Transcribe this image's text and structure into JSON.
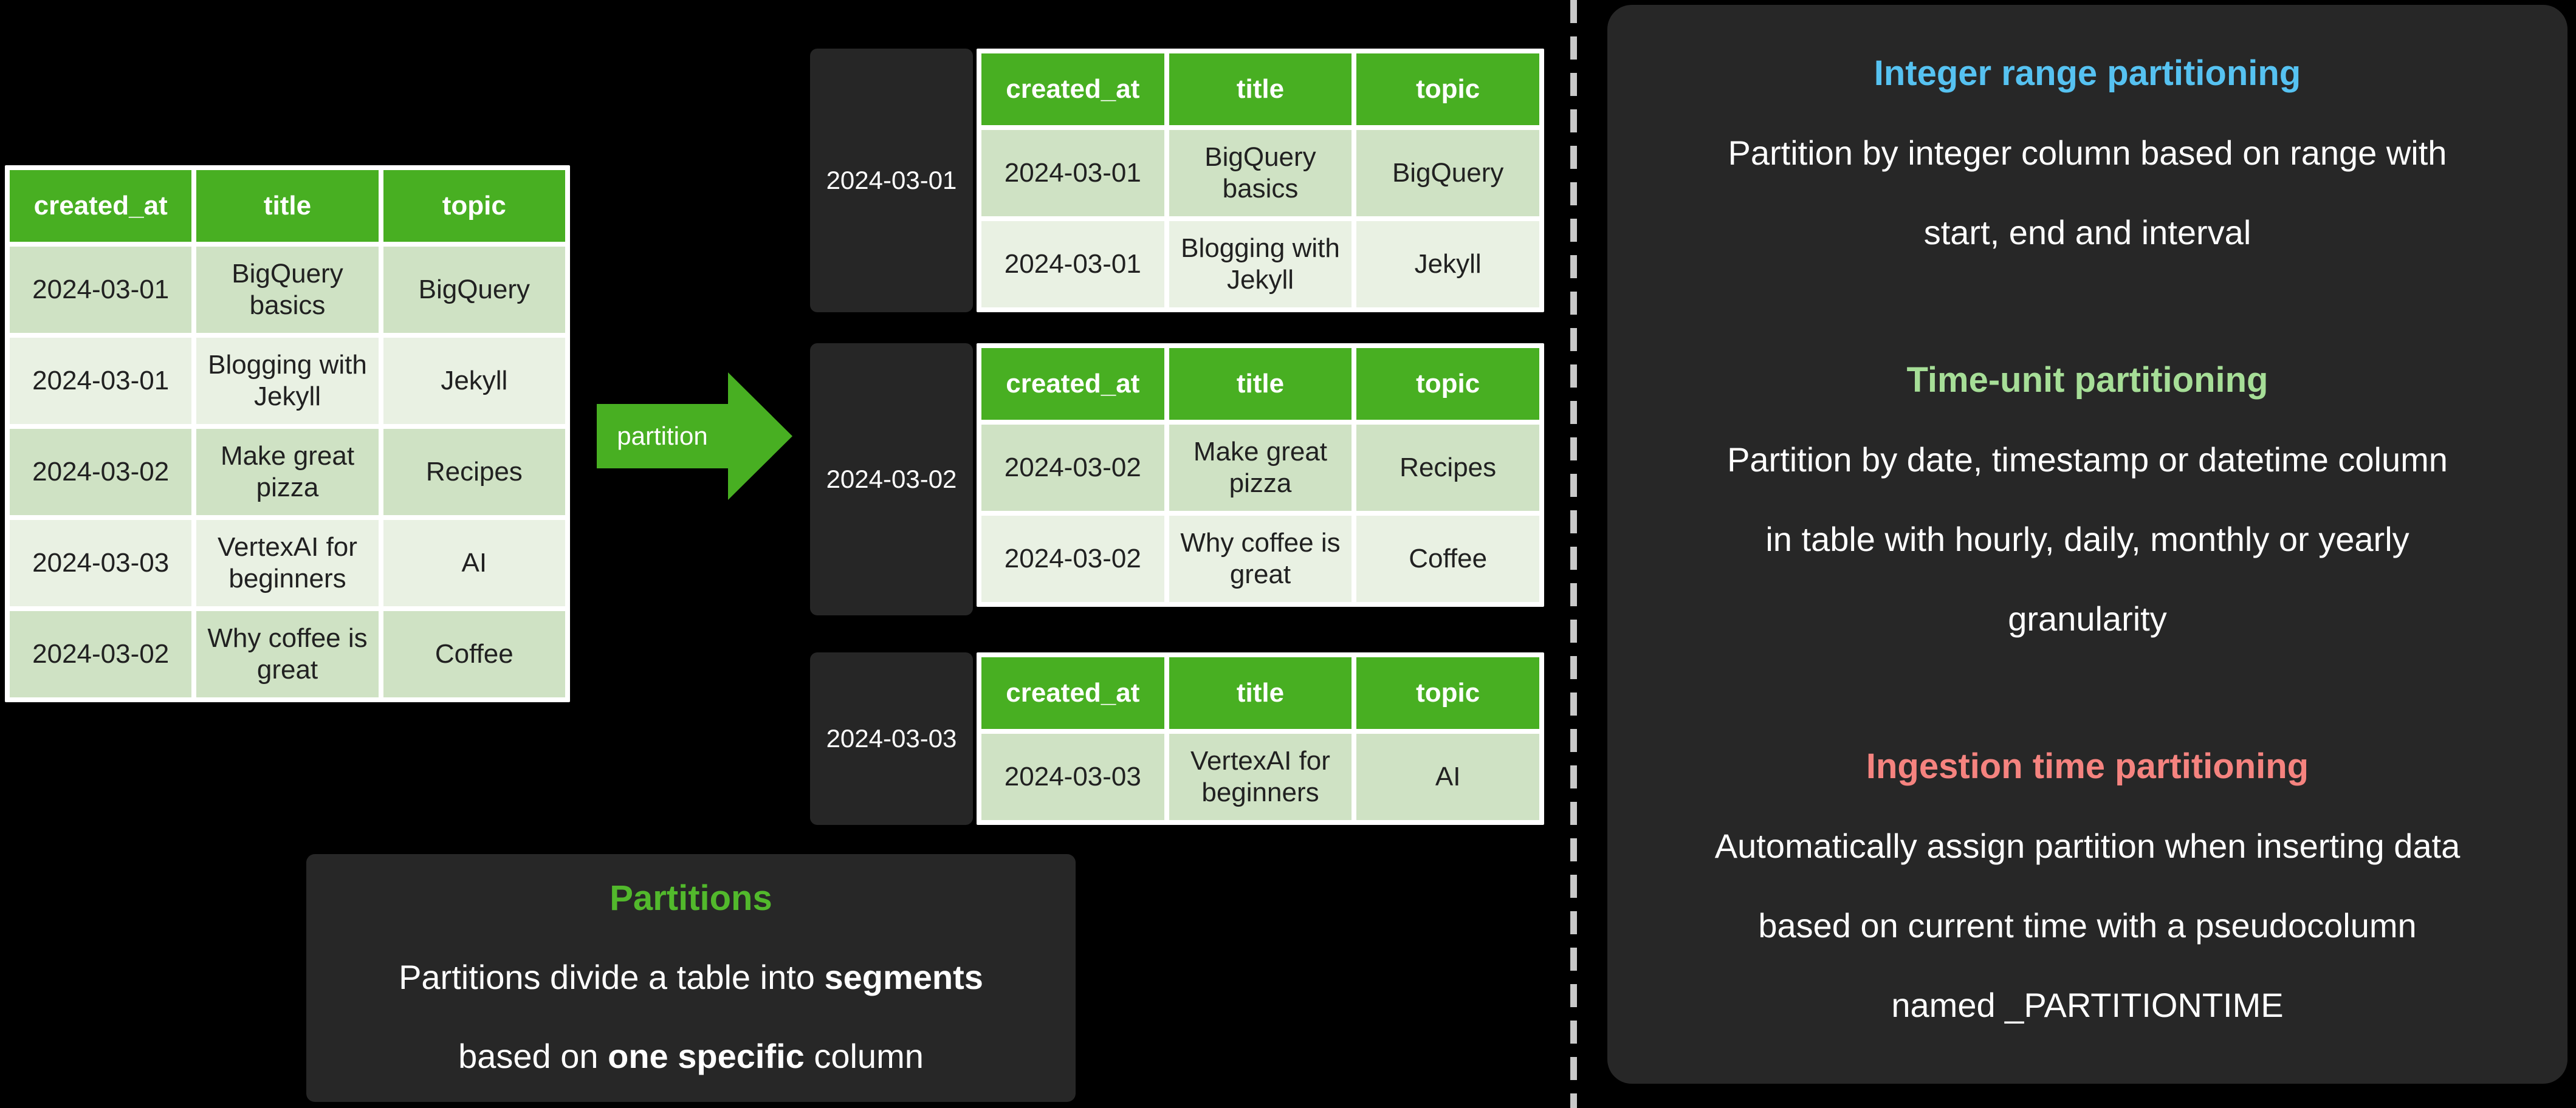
{
  "table_columns": [
    "created_at",
    "title",
    "topic"
  ],
  "source_table": {
    "rows": [
      [
        "2024-03-01",
        "BigQuery basics",
        "BigQuery"
      ],
      [
        "2024-03-01",
        "Blogging with Jekyll",
        "Jekyll"
      ],
      [
        "2024-03-02",
        "Make great pizza",
        "Recipes"
      ],
      [
        "2024-03-03",
        "VertexAI for beginners",
        "AI"
      ],
      [
        "2024-03-02",
        "Why coffee is great",
        "Coffee"
      ]
    ]
  },
  "arrow": {
    "label": "partition"
  },
  "partitions": [
    {
      "label": "2024-03-01",
      "rows": [
        [
          "2024-03-01",
          "BigQuery basics",
          "BigQuery"
        ],
        [
          "2024-03-01",
          "Blogging with Jekyll",
          "Jekyll"
        ]
      ]
    },
    {
      "label": "2024-03-02",
      "rows": [
        [
          "2024-03-02",
          "Make great pizza",
          "Recipes"
        ],
        [
          "2024-03-02",
          "Why coffee is great",
          "Coffee"
        ]
      ]
    },
    {
      "label": "2024-03-03",
      "rows": [
        [
          "2024-03-03",
          "VertexAI for beginners",
          "AI"
        ]
      ]
    }
  ],
  "note": {
    "title": "Partitions",
    "line1_pre": "Partitions divide a table into ",
    "line1_bold": "segments",
    "line2_pre": "based on ",
    "line2_bold": "one specific",
    "line2_post": " column"
  },
  "info_panel": {
    "sections": [
      {
        "title": "Integer range partitioning",
        "color": "#56c2f1",
        "lines": [
          "Partition by integer column based on range with",
          "start, end and interval"
        ]
      },
      {
        "title": "Time-unit partitioning",
        "color": "#a6de97",
        "lines": [
          "Partition by date, timestamp or datetime column",
          "in table with hourly, daily, monthly or yearly",
          "granularity"
        ]
      },
      {
        "title": "Ingestion time partitioning",
        "color": "#f5837f",
        "lines": [
          "Automatically assign partition when inserting data",
          "based on current time with a pseudocolumn",
          "named _PARTITIONTIME"
        ]
      }
    ]
  },
  "colors": {
    "background": "#000000",
    "panel_bg": "#272727",
    "label_bg": "#262626",
    "header_green": "#48af22",
    "arrow_green": "#48af22",
    "note_title_green": "#52b92c",
    "row_dark": "#cfe2c4",
    "row_light": "#e9f1e3",
    "cell_text": "#212121",
    "dashed_line": "#c9c9c9",
    "text_white": "#ffffff"
  }
}
